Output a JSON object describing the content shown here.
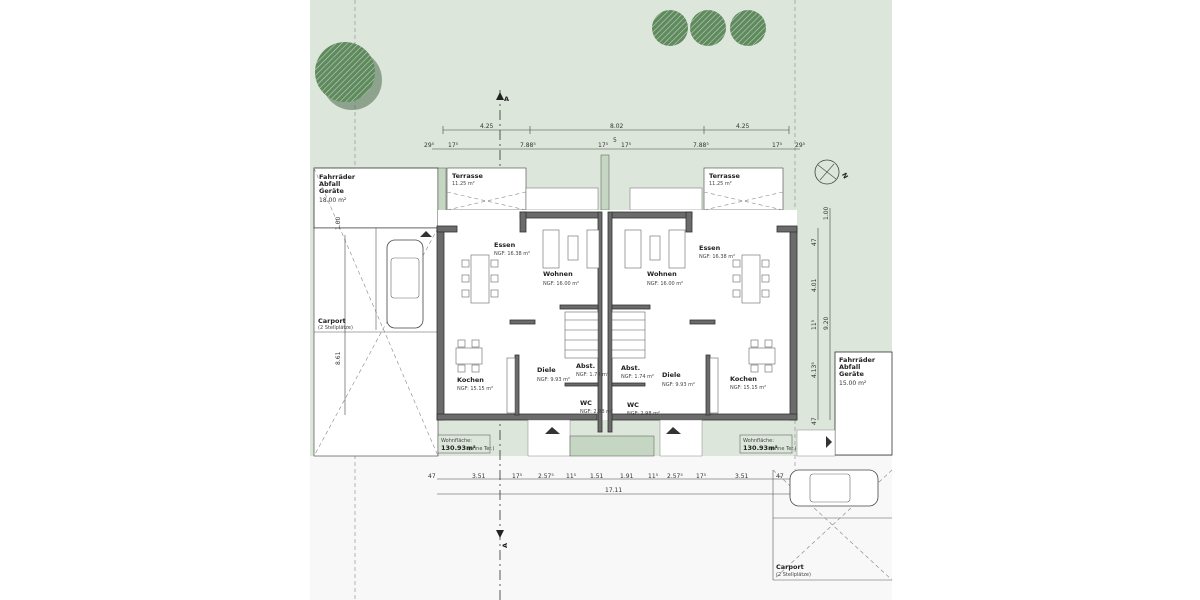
{
  "colors": {
    "lawn": "#dce6da",
    "wall": "#6b6b6b",
    "tree": "#5f8a5e",
    "paving": "#f7f7f7"
  },
  "markers": {
    "section_top": "A",
    "section_bottom": "A",
    "north": "N"
  },
  "dims_top": {
    "row1": [
      "4.25",
      "8.02",
      "4.25"
    ],
    "row2": [
      "29⁵",
      "17⁵",
      "7.88⁵",
      "17⁵",
      "5",
      "17⁵",
      "7.88⁵",
      "17⁵",
      "29⁵"
    ]
  },
  "dims_bottom": {
    "row1": [
      "47",
      "3.51",
      "17⁵",
      "2.57⁵",
      "11⁵",
      "1.51",
      "1.91",
      "11⁵",
      "2.57⁵",
      "17⁵",
      "3.51",
      "47"
    ],
    "total": "17.11"
  },
  "dims_right": {
    "inner": [
      "47",
      "4.01",
      "11⁵",
      "4.13⁵",
      "47"
    ],
    "outer": [
      "1.00",
      "9.20"
    ]
  },
  "dims_left": {
    "carport": "8.61",
    "shed": "1.00"
  },
  "left_shed": {
    "lines": [
      "Fahrräder",
      "Abfall",
      "Geräte"
    ],
    "area": "18.00 m²"
  },
  "right_shed": {
    "lines": [
      "Fahrräder",
      "Abfall",
      "Geräte"
    ],
    "area": "15.00 m²"
  },
  "carport_left": {
    "title": "Carport",
    "sub": "(2 Stellplätze)"
  },
  "carport_right": {
    "title": "Carport",
    "sub": "(2 Stellplätze)"
  },
  "units": [
    {
      "terrace": {
        "name": "Terrasse",
        "area": "11.25 m²"
      },
      "essen": {
        "name": "Essen",
        "area": "NGF: 16.38 m²"
      },
      "wohnen": {
        "name": "Wohnen",
        "area": "NGF: 16.00 m²"
      },
      "kochen": {
        "name": "Kochen",
        "area": "NGF: 15.15 m²"
      },
      "diele": {
        "name": "Diele",
        "area": "NGF: 9.93 m²"
      },
      "abst": {
        "name": "Abst.",
        "area": "NGF: 1.74 m²"
      },
      "wc": {
        "name": "WC",
        "area": "NGF: 2.98 m²"
      },
      "wohnflaeche": {
        "label": "Wohnfläche:",
        "value": "130.93m²",
        "note": "(ohne Ter.)"
      }
    },
    {
      "terrace": {
        "name": "Terrasse",
        "area": "11.25 m²"
      },
      "essen": {
        "name": "Essen",
        "area": "NGF: 16.38 m²"
      },
      "wohnen": {
        "name": "Wohnen",
        "area": "NGF: 16.00 m²"
      },
      "kochen": {
        "name": "Kochen",
        "area": "NGF: 15.15 m²"
      },
      "diele": {
        "name": "Diele",
        "area": "NGF: 9.93 m²"
      },
      "abst": {
        "name": "Abst.",
        "area": "NGF: 1.74 m²"
      },
      "wc": {
        "name": "WC",
        "area": "NGF: 2.98 m²"
      },
      "wohnflaeche": {
        "label": "Wohnfläche:",
        "value": "130.93m²",
        "note": "(ohne Ter.)"
      }
    }
  ]
}
